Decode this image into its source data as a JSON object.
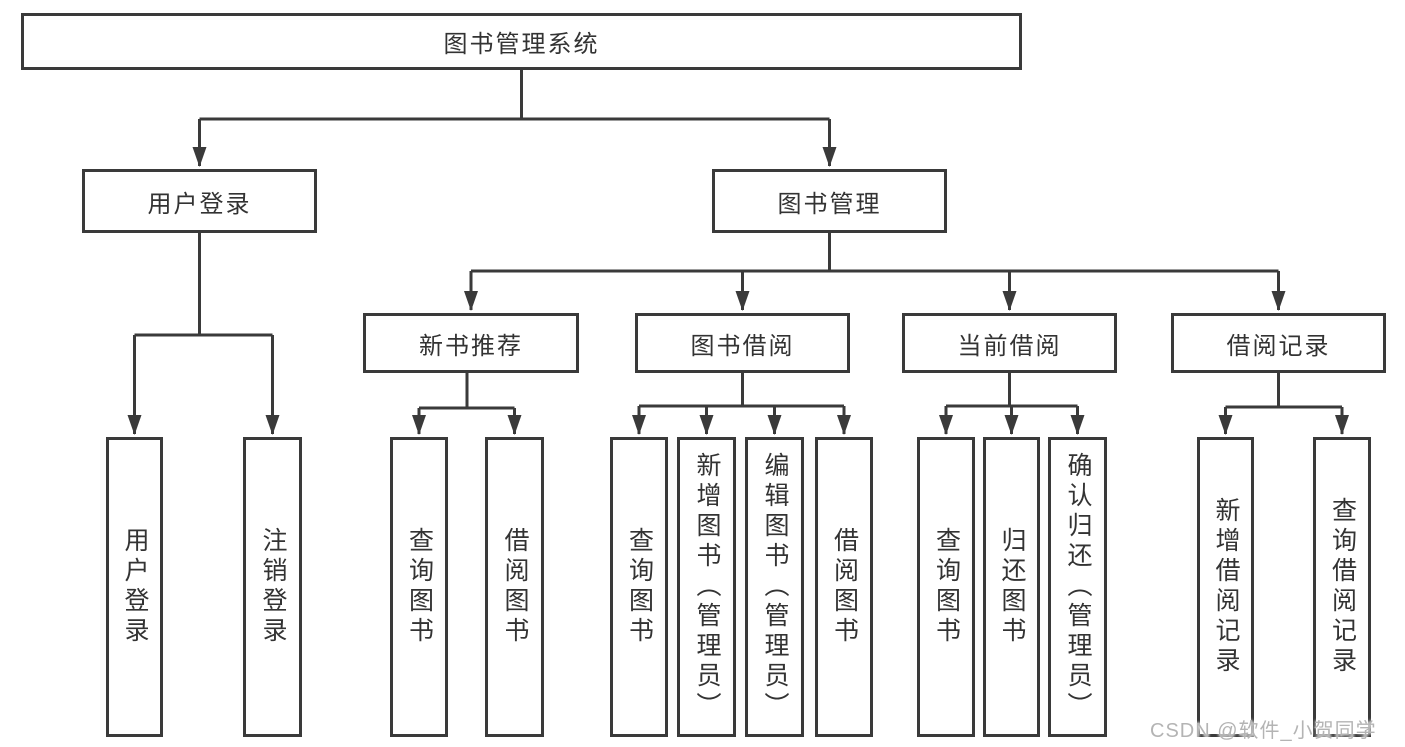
{
  "colors": {
    "line": "#3a3a3a",
    "box_border": "#3a3a3a",
    "text": "#333333",
    "background": "#ffffff",
    "watermark": "#b4b4b4"
  },
  "tree": {
    "root": {
      "label": "图书管理系统"
    },
    "children": [
      {
        "label": "用户登录",
        "children": [
          {
            "label": "用户登录"
          },
          {
            "label": "注销登录"
          }
        ]
      },
      {
        "label": "图书管理",
        "children": [
          {
            "label": "新书推荐",
            "children": [
              {
                "label": "查询图书"
              },
              {
                "label": "借阅图书"
              }
            ]
          },
          {
            "label": "图书借阅",
            "children": [
              {
                "label": "查询图书"
              },
              {
                "label": "新增图书（管理员）"
              },
              {
                "label": "编辑图书（管理员）"
              },
              {
                "label": "借阅图书"
              }
            ]
          },
          {
            "label": "当前借阅",
            "children": [
              {
                "label": "查询图书"
              },
              {
                "label": "归还图书"
              },
              {
                "label": "确认归还（管理员）"
              }
            ]
          },
          {
            "label": "借阅记录",
            "children": [
              {
                "label": "新增借阅记录"
              },
              {
                "label": "查询借阅记录"
              }
            ]
          }
        ]
      }
    ]
  },
  "watermark": "CSDN @软件_小贺同学"
}
